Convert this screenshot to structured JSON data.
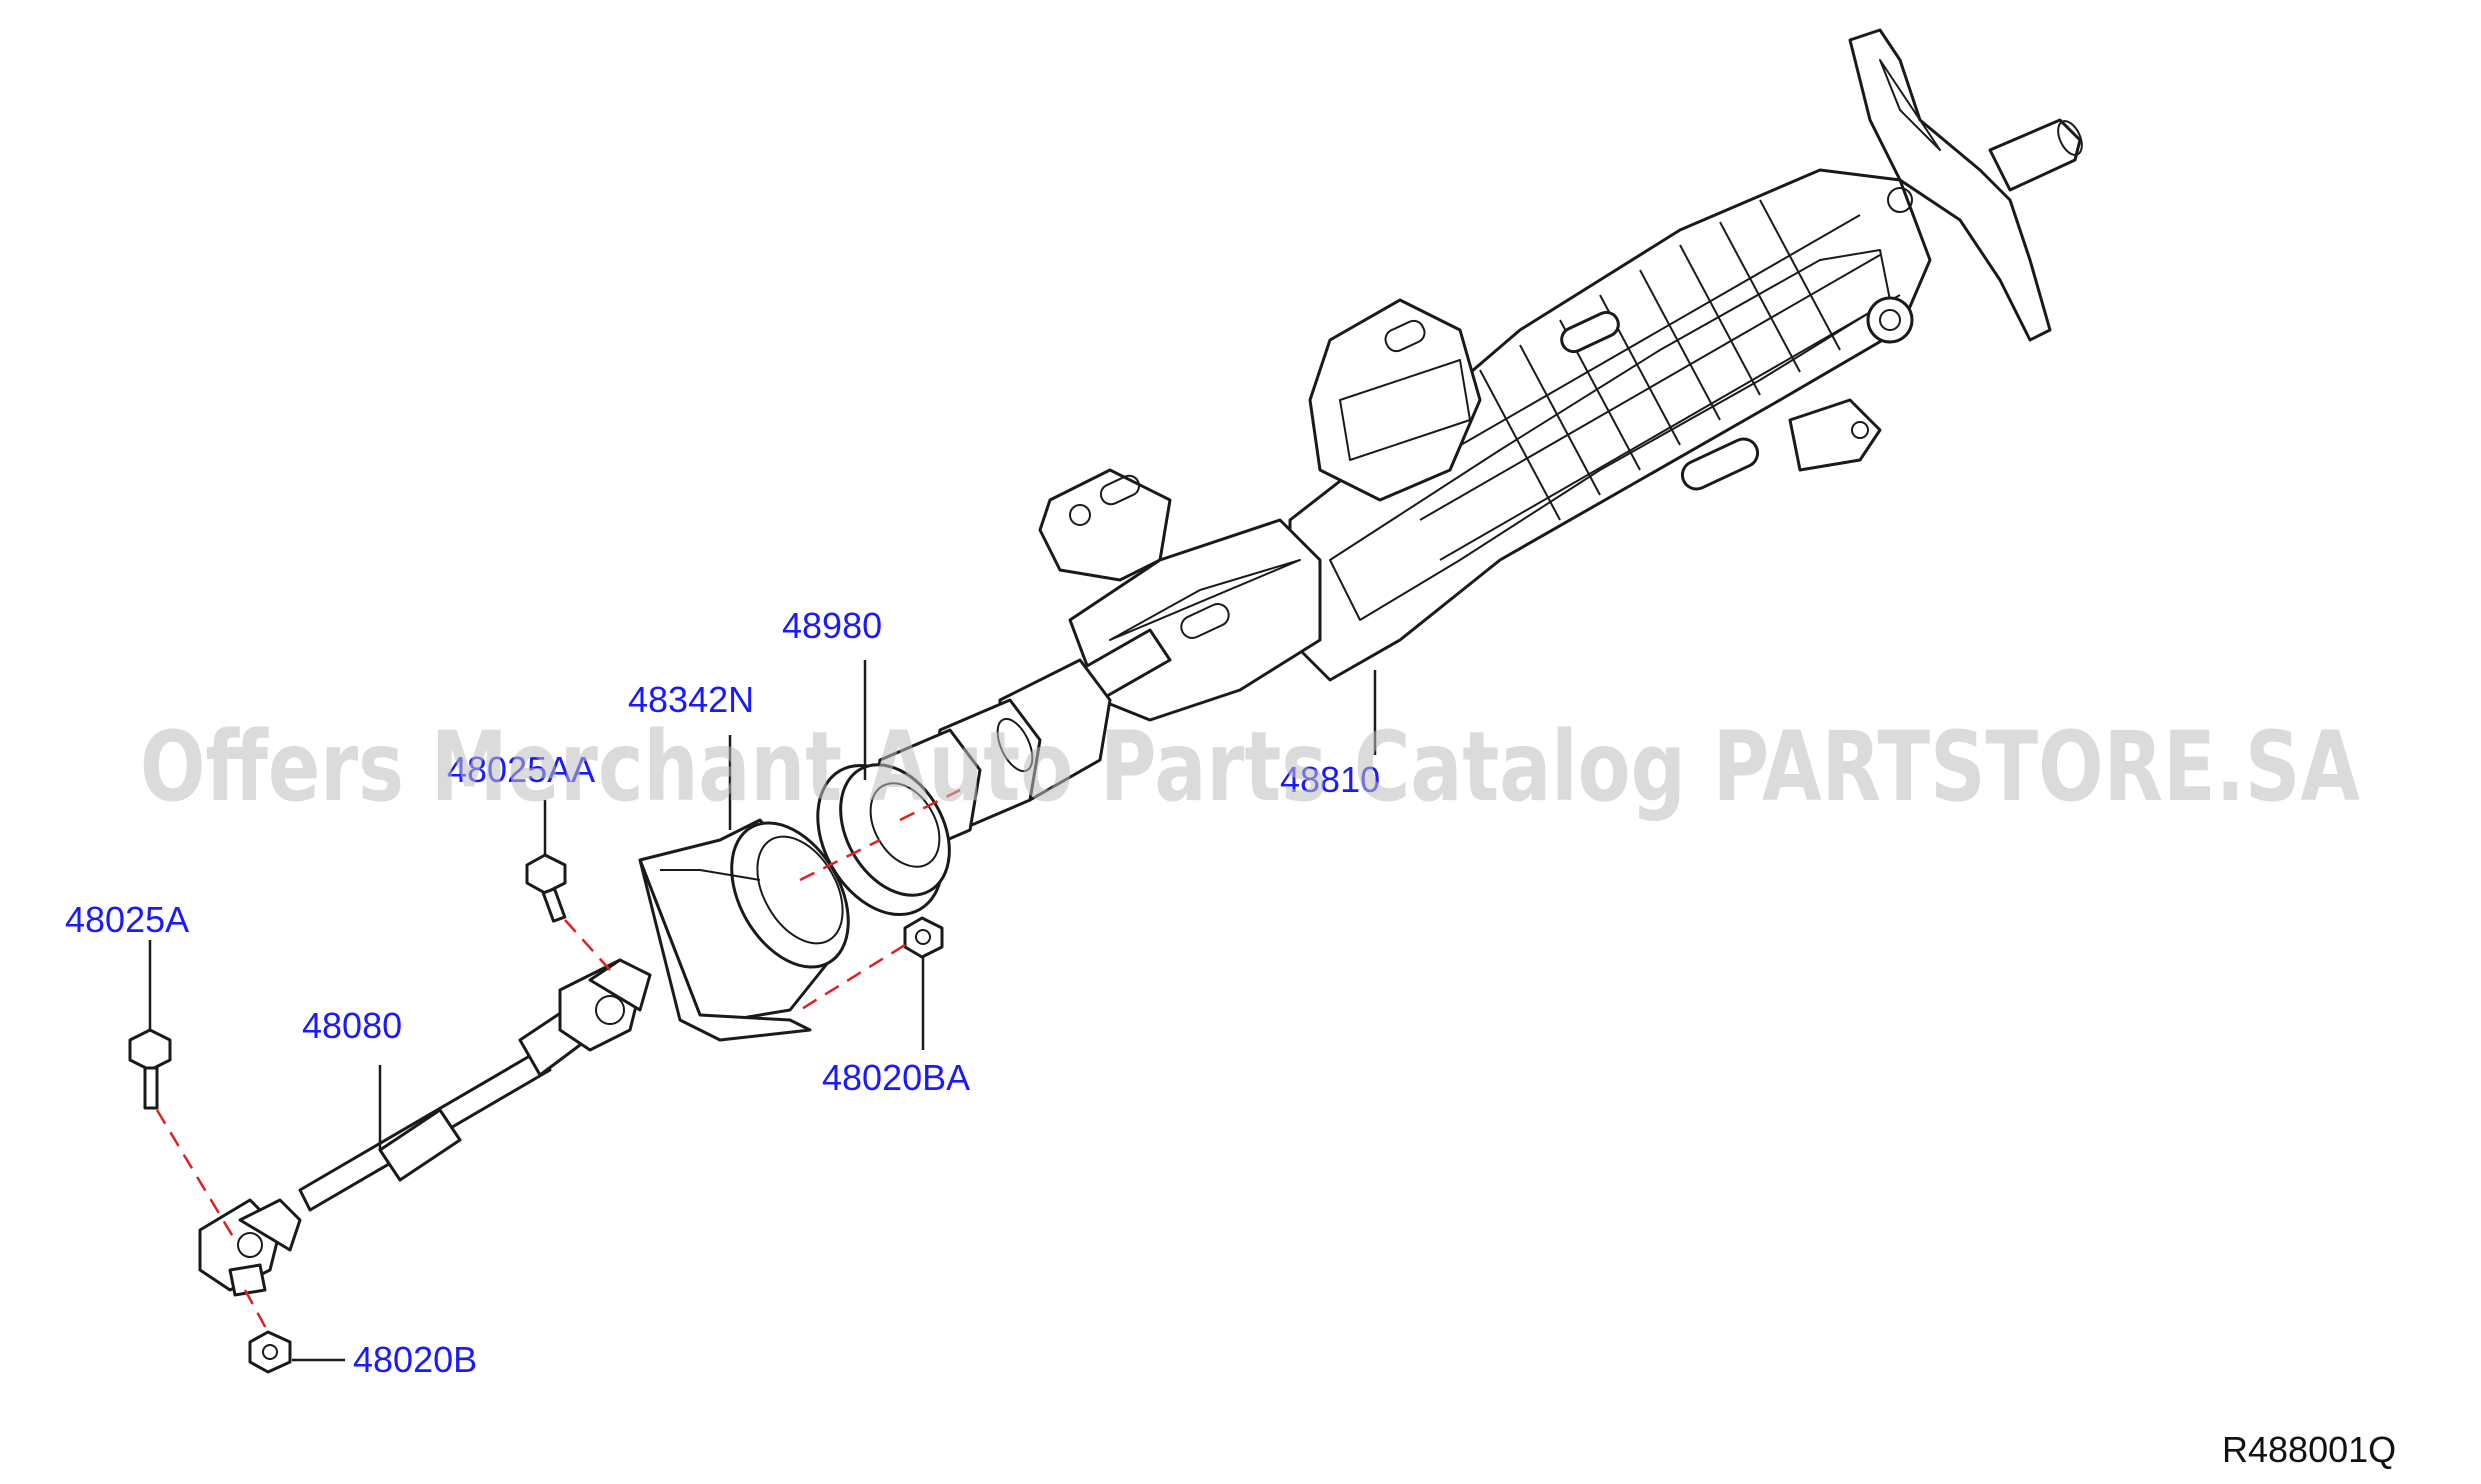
{
  "diagram": {
    "part_labels": {
      "p48025A": "48025A",
      "p48080": "48080",
      "p48020B": "48020B",
      "p48025AA": "48025AA",
      "p48342N": "48342N",
      "p48980": "48980",
      "p48020BA": "48020BA",
      "p48810": "48810"
    },
    "reference_code": "R488001Q",
    "watermark": "Offers Merchant Auto Parts Catalog PARTSTORE.SA"
  },
  "colors": {
    "label_blue": "#1a1aff",
    "leader_dash_red": "#e02020",
    "line_black": "#1a1a1a",
    "watermark_gray": "#bdbdbd"
  }
}
